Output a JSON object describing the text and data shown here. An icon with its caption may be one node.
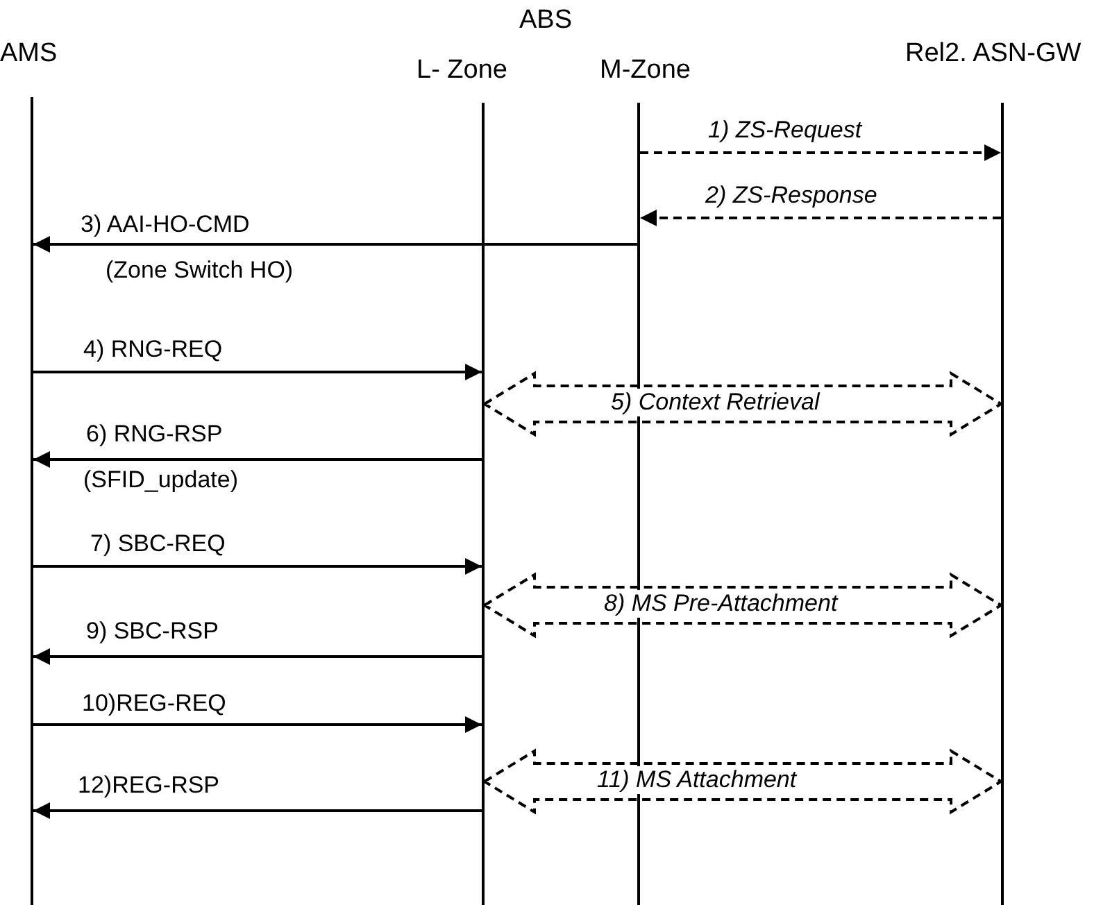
{
  "diagram": {
    "nodes": [
      {
        "text": [
          "AMS"
        ]
      },
      {
        "text": [
          "L- Zone"
        ]
      },
      {
        "text": [
          "M-Zone"
        ]
      },
      {
        "text": [
          "Rel2. ASN-GW"
        ]
      }
    ],
    "edges": [
      {
        "from": 2,
        "to": 3,
        "arrow": "to",
        "style": "dashed",
        "label": "1) ZS-Request"
      },
      {
        "from": 3,
        "to": 2,
        "arrow": "to",
        "style": "dashed",
        "label": "2) ZS-Response"
      },
      {
        "from": 2,
        "to": 0,
        "arrow": "to",
        "label": "3) AAI-HO-CMD"
      },
      {
        "from": 0,
        "to": 1,
        "arrow": "to",
        "label": "4) RNG-REQ"
      },
      {
        "from": 1,
        "to": 3,
        "arrow": "both",
        "style": "dashed",
        "label": "5) Context Retrieval"
      },
      {
        "from": 1,
        "to": 0,
        "arrow": "to",
        "label": "6) RNG-RSP"
      },
      {
        "from": 0,
        "to": 1,
        "arrow": "to",
        "label": "7) SBC-REQ"
      },
      {
        "from": 1,
        "to": 3,
        "arrow": "both",
        "style": "dashed",
        "label": "8) MS Pre-Attachment"
      },
      {
        "from": 1,
        "to": 0,
        "arrow": "to",
        "label": "9) SBC-RSP"
      },
      {
        "from": 0,
        "to": 1,
        "arrow": "to",
        "label": "10)REG-REQ"
      },
      {
        "from": 1,
        "to": 3,
        "arrow": "both",
        "style": "dashed",
        "label": "11) MS Attachment"
      },
      {
        "from": 1,
        "to": 0,
        "arrow": "to",
        "label": "12)REG-RSP"
      }
    ],
    "labels": [
      "ABS",
      "(Zone Switch HO)",
      "(SFID_update)"
    ]
  }
}
